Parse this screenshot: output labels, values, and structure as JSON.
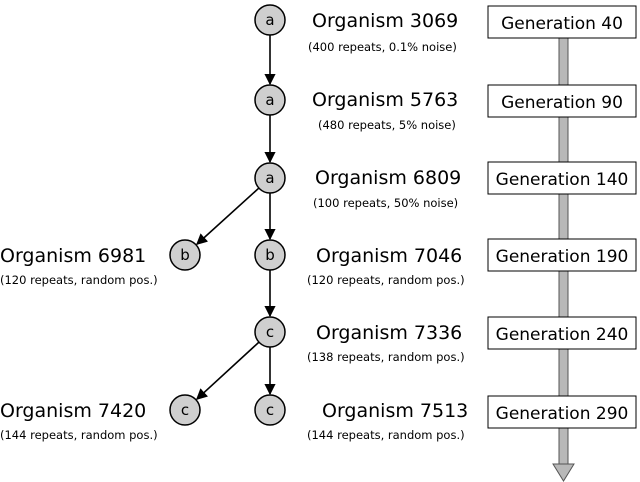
{
  "nodes": [
    {
      "id": "n1",
      "letter": "a",
      "title": "Organism 3069",
      "detail": "(400 repeats, 0.1% noise)"
    },
    {
      "id": "n2",
      "letter": "a",
      "title": "Organism 5763",
      "detail": "(480 repeats, 5% noise)"
    },
    {
      "id": "n3",
      "letter": "a",
      "title": "Organism 6809",
      "detail": "(100 repeats, 50% noise)"
    },
    {
      "id": "n4",
      "letter": "b",
      "title": "Organism 6981",
      "detail": "(120 repeats, random pos.)"
    },
    {
      "id": "n5",
      "letter": "b",
      "title": "Organism 7046",
      "detail": "(120 repeats, random pos.)"
    },
    {
      "id": "n6",
      "letter": "c",
      "title": "Organism 7336",
      "detail": "(138 repeats, random pos.)"
    },
    {
      "id": "n7",
      "letter": "c",
      "title": "Organism 7420",
      "detail": "(144 repeats, random pos.)"
    },
    {
      "id": "n8",
      "letter": "c",
      "title": "Organism 7513",
      "detail": "(144 repeats, random pos.)"
    }
  ],
  "edges": [
    {
      "from": "n1",
      "to": "n2"
    },
    {
      "from": "n2",
      "to": "n3"
    },
    {
      "from": "n3",
      "to": "n4"
    },
    {
      "from": "n3",
      "to": "n5"
    },
    {
      "from": "n5",
      "to": "n6"
    },
    {
      "from": "n6",
      "to": "n7"
    },
    {
      "from": "n6",
      "to": "n8"
    }
  ],
  "generations": [
    {
      "label": "Generation 40"
    },
    {
      "label": "Generation 90"
    },
    {
      "label": "Generation 140"
    },
    {
      "label": "Generation 190"
    },
    {
      "label": "Generation 240"
    },
    {
      "label": "Generation 290"
    }
  ],
  "colors": {
    "node_fill": "#cfcfcf",
    "timeline": "#b8b8b8"
  }
}
